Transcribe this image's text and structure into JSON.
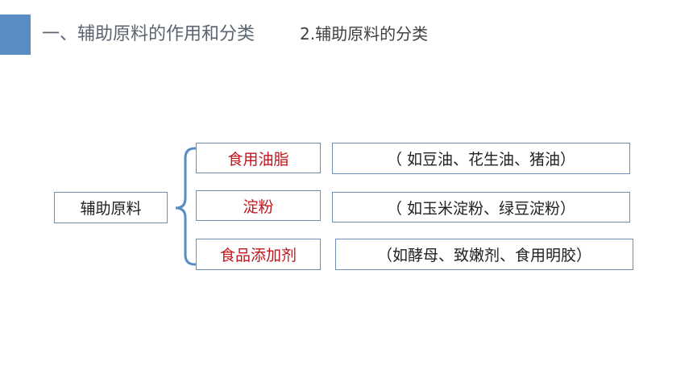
{
  "header": {
    "title": "一、辅助原料的作用和分类",
    "subtitle": "2.辅助原料的分类"
  },
  "diagram": {
    "root": "辅助原料",
    "categories": [
      {
        "label": "食用油脂",
        "examples": "（ 如豆油、花生油、猪油）"
      },
      {
        "label": "淀粉",
        "examples": "（ 如玉米淀粉、绿豆淀粉）"
      },
      {
        "label": "食品添加剂",
        "examples": "（如酵母、致嫩剂、食用明胶）"
      }
    ]
  },
  "colors": {
    "accent": "#5a8cc4",
    "category_text": "#c0161c",
    "box_border": "#6e8fb5",
    "brace": "#5a8cc4"
  }
}
